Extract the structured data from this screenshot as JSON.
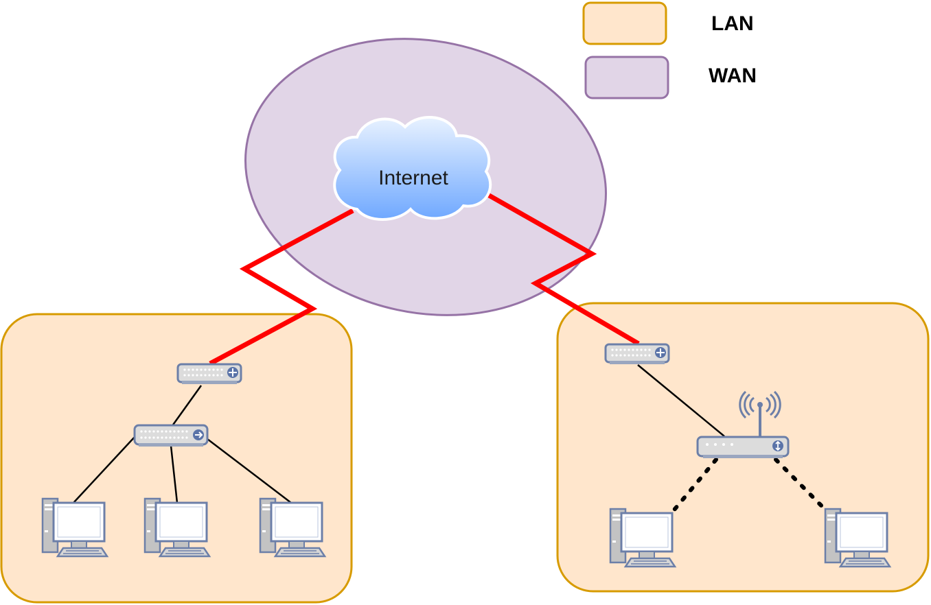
{
  "legend": {
    "items": [
      {
        "label": "LAN",
        "fill": "#ffe6cc",
        "stroke": "#d79b00"
      },
      {
        "label": "WAN",
        "fill": "#e1d5e7",
        "stroke": "#9673a6"
      }
    ]
  },
  "cloud": {
    "label": "Internet"
  },
  "colors": {
    "lan_fill": "#ffe6cc",
    "lan_stroke": "#d79b00",
    "wan_fill": "#e1d5e7",
    "wan_stroke": "#9673a6",
    "wan_link": "#ff0000",
    "lan_link": "#000000"
  },
  "icons": {
    "router": "router-icon",
    "switch": "switch-icon",
    "wireless_router": "wireless-router-icon",
    "computer": "desktop-computer-icon",
    "cloud": "cloud-icon"
  }
}
